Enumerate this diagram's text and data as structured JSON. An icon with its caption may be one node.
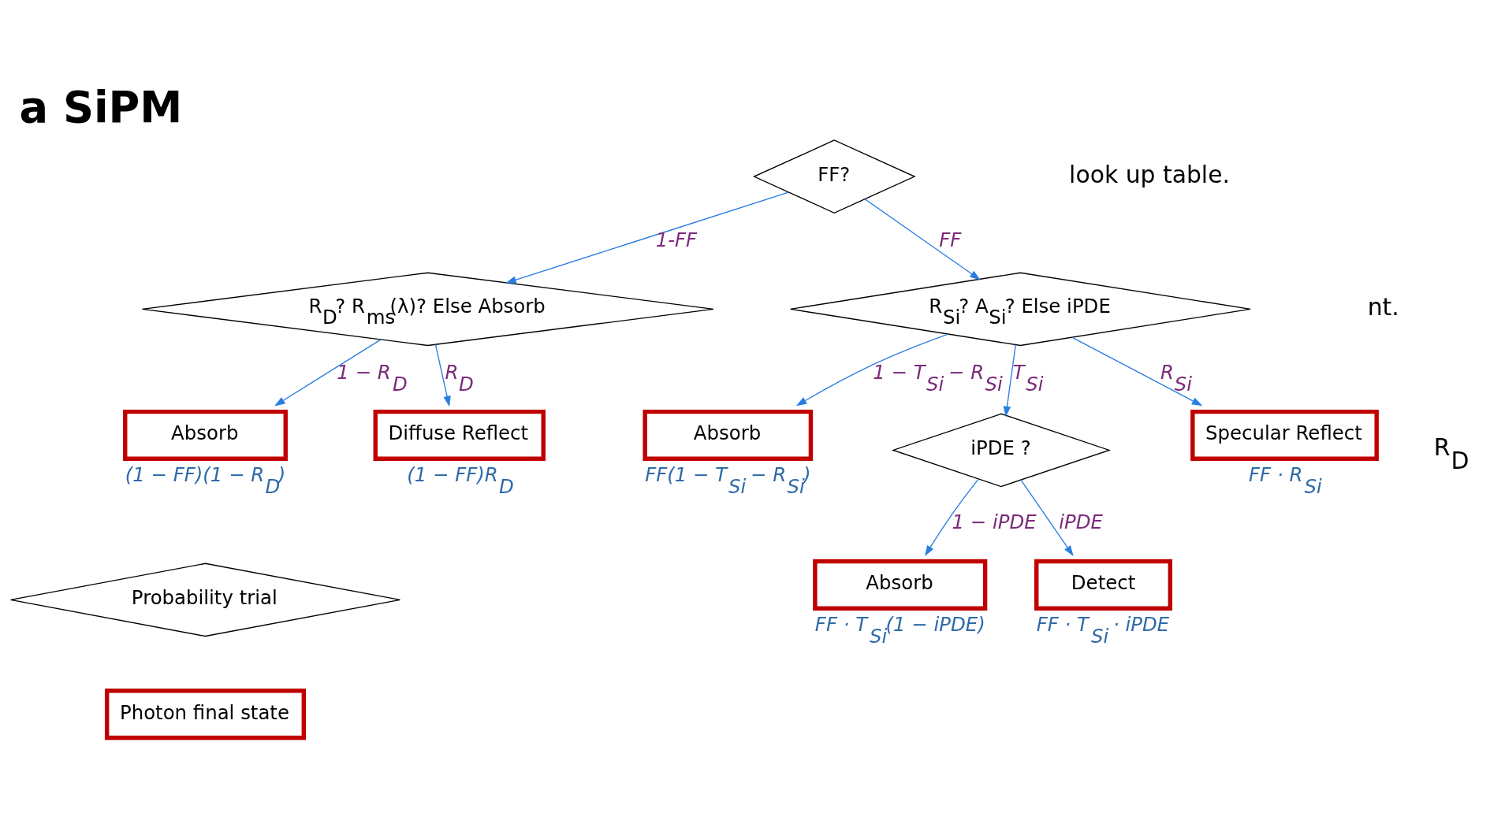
{
  "diagram": {
    "title": "a SiPM",
    "nodes": [
      {
        "text": [
          "FF?"
        ]
      },
      {
        "text": [
          "R$_{Si}$? A$_{Si}$? Else iPDE"
        ]
      },
      {
        "text": [
          "R$_{D}$? R$_{ms}$(λ)? Else Absorb"
        ]
      },
      {
        "text": [
          "Absorb"
        ],
        "beside": [
          "FF(1 − T$_{Si}$ − R$_{Si}$)"
        ]
      },
      {
        "text": [
          "iPDE ?"
        ]
      },
      {
        "text": [
          "Specular Reflect"
        ],
        "beside": [
          "FF · R$_{Si}$"
        ]
      },
      {
        "text": [
          "Diffuse Reflect"
        ],
        "beside": [
          "(1 − FF)R$_{D}$"
        ]
      },
      {
        "text": [
          "Absorb"
        ],
        "beside": [
          "(1 − FF)(1 − R$_{D}$)"
        ]
      },
      {
        "text": [
          "Detect"
        ],
        "beside": [
          "FF · T$_{Si}$ · iPDE"
        ]
      },
      {
        "text": [
          "Absorb"
        ],
        "beside": [
          "FF · T$_{Si}$(1 − iPDE)"
        ]
      },
      {
        "text": [
          "Probability trial"
        ]
      },
      {
        "text": [
          "Photon final state"
        ]
      }
    ],
    "edges": [
      {
        "from": 0,
        "to": 1,
        "arrow": "to",
        "label": "FF"
      },
      {
        "from": 0,
        "to": 2,
        "arrow": "to",
        "label": "1-FF"
      },
      {
        "from": 1,
        "to": 3,
        "arrow": "to",
        "label": "1 − T$_{Si}$ − R$_{Si}$"
      },
      {
        "from": 1,
        "to": 4,
        "arrow": "to",
        "label": "T$_{Si}$"
      },
      {
        "from": 1,
        "to": 5,
        "arrow": "to",
        "label": "R$_{Si}$"
      },
      {
        "from": 2,
        "to": 6,
        "arrow": "to",
        "label": "R$_{D}$"
      },
      {
        "from": 2,
        "to": 7,
        "arrow": "to",
        "label": "1 − R$_{D}$"
      },
      {
        "from": 4,
        "to": 8,
        "arrow": "to",
        "label": "iPDE"
      },
      {
        "from": 4,
        "to": 9,
        "arrow": "to",
        "label": "1 − iPDE"
      }
    ],
    "labels": [
      "look up table.",
      "nt.",
      "R$_{D}$"
    ]
  }
}
